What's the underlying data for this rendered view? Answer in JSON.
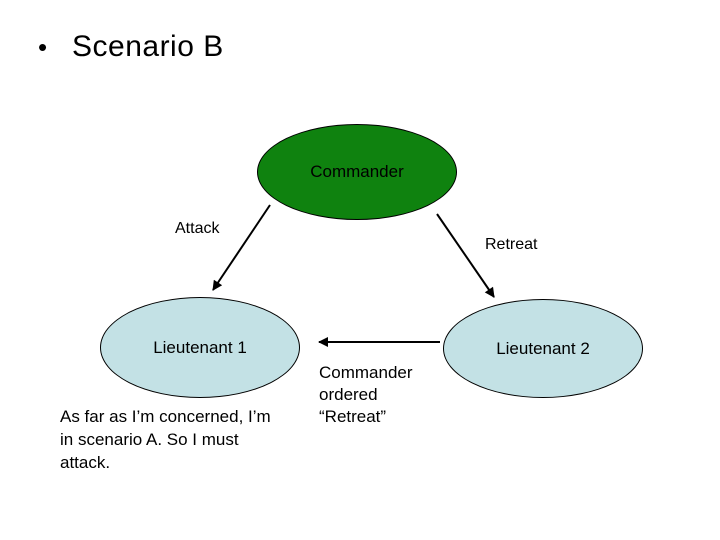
{
  "slide": {
    "title_bullet": "•",
    "title": "Scenario B",
    "background": "#ffffff"
  },
  "diagram": {
    "nodes": [
      {
        "id": "commander",
        "label": "Commander",
        "color": "#0f820f"
      },
      {
        "id": "lieutenant1",
        "label": "Lieutenant 1",
        "color": "#c3e1e5"
      },
      {
        "id": "lieutenant2",
        "label": "Lieutenant 2",
        "color": "#c3e1e5"
      }
    ],
    "edges": [
      {
        "from": "commander",
        "to": "lieutenant1",
        "label": "Attack"
      },
      {
        "from": "commander",
        "to": "lieutenant2",
        "label": "Retreat"
      },
      {
        "from": "lieutenant2",
        "to": "lieutenant1",
        "label": ""
      }
    ],
    "edge_labels": {
      "attack": "Attack",
      "retreat": "Retreat"
    },
    "outline_color": "#000000",
    "arrow_color": "#000000"
  },
  "annotations": {
    "callout": {
      "lines": [
        "Commander",
        "ordered",
        "“Retreat”"
      ],
      "text": "Commander ordered “Retreat”"
    },
    "thought": {
      "lines": [
        "As far as I’m concerned, I’m",
        "in scenario A. So I must",
        "attack."
      ],
      "text": "As far as I’m concerned, I’m in scenario A. So I must attack."
    }
  }
}
